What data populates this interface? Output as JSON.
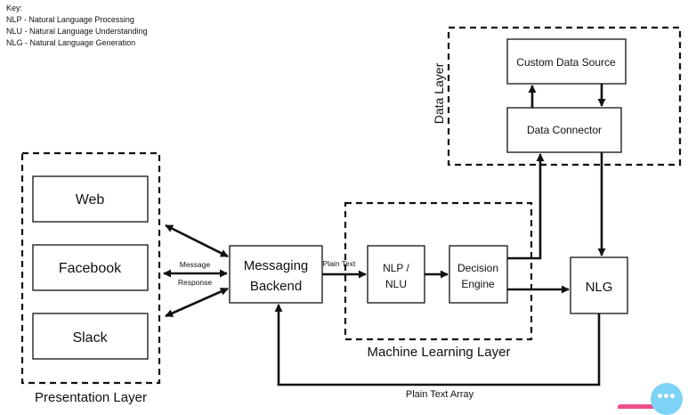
{
  "key": {
    "title": "Key:",
    "lines": [
      "NLP - Natural Language Processing",
      "NLU - Natural Language Understanding",
      "NLG - Natural Language Generation"
    ]
  },
  "layers": {
    "presentation": "Presentation Layer",
    "machine_learning": "Machine Learning Layer",
    "data": "Data Layer"
  },
  "nodes": {
    "web": "Web",
    "facebook": "Facebook",
    "slack": "Slack",
    "messaging_line1": "Messaging",
    "messaging_line2": "Backend",
    "nlp_line1": "NLP /",
    "nlp_line2": "NLU",
    "decision_line1": "Decision",
    "decision_line2": "Engine",
    "nlg": "NLG",
    "custom_data_source": "Custom Data Source",
    "data_connector": "Data Connector"
  },
  "edges": {
    "message": "Message",
    "response": "Response",
    "plain_text": "Plain Text",
    "plain_text_array": "Plain Text Array"
  },
  "colors": {
    "line": "#111111",
    "chat_button": "#7dd3f5",
    "chat_tab": "#ec4f8a"
  },
  "icons": {
    "chat_widget": "chat-bubble-icon"
  }
}
